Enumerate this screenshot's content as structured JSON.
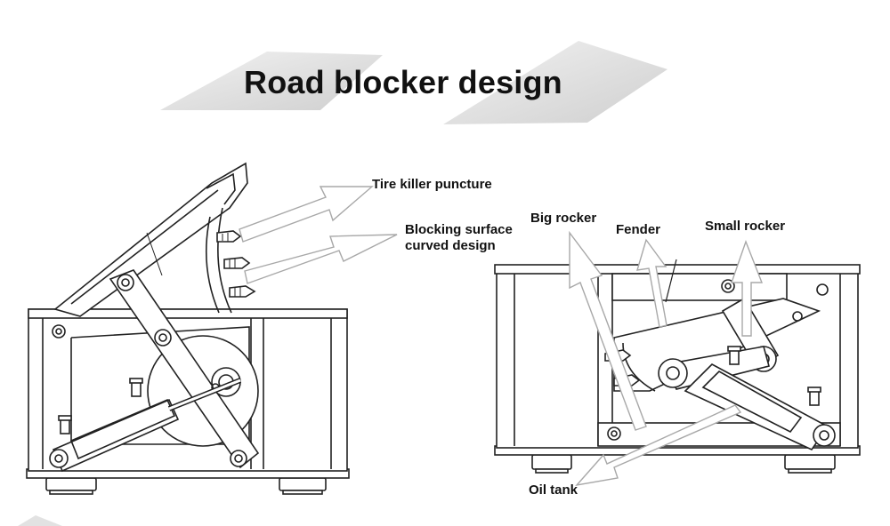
{
  "title": "Road blocker design",
  "labels": {
    "tire_killer": "Tire killer puncture",
    "blocking_surface_line1": "Blocking surface",
    "blocking_surface_line2": "curved design",
    "big_rocker": "Big rocker",
    "fender": "Fender",
    "small_rocker": "Small rocker",
    "oil_tank": "Oil tank"
  }
}
